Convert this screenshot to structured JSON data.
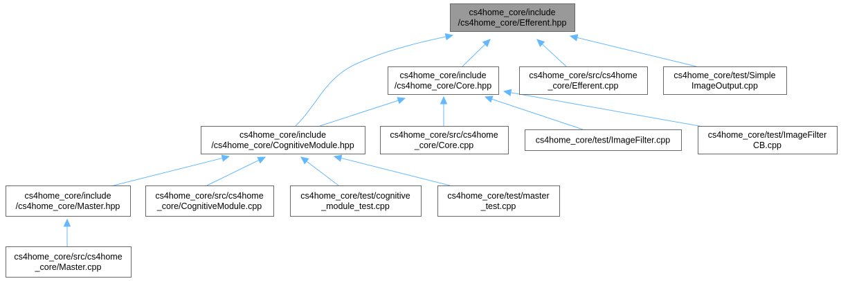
{
  "nodes": [
    {
      "id": "efferent_hpp",
      "lines": [
        "cs4home_core/include",
        "/cs4home_core/Efferent.hpp"
      ],
      "root": true
    },
    {
      "id": "core_hpp",
      "lines": [
        "cs4home_core/include",
        "/cs4home_core/Core.hpp"
      ]
    },
    {
      "id": "efferent_cpp",
      "lines": [
        "cs4home_core/src/cs4home",
        "_core/Efferent.cpp"
      ]
    },
    {
      "id": "simple_image_output_cpp",
      "lines": [
        "cs4home_core/test/Simple",
        "ImageOutput.cpp"
      ]
    },
    {
      "id": "cognitive_module_hpp",
      "lines": [
        "cs4home_core/include",
        "/cs4home_core/CognitiveModule.hpp"
      ]
    },
    {
      "id": "core_cpp",
      "lines": [
        "cs4home_core/src/cs4home",
        "_core/Core.cpp"
      ]
    },
    {
      "id": "image_filter_cpp",
      "lines": [
        "cs4home_core/test/ImageFilter.cpp"
      ]
    },
    {
      "id": "image_filter_cb_cpp",
      "lines": [
        "cs4home_core/test/ImageFilter",
        "CB.cpp"
      ]
    },
    {
      "id": "master_hpp",
      "lines": [
        "cs4home_core/include",
        "/cs4home_core/Master.hpp"
      ]
    },
    {
      "id": "cognitive_module_cpp",
      "lines": [
        "cs4home_core/src/cs4home",
        "_core/CognitiveModule.cpp"
      ]
    },
    {
      "id": "cognitive_module_test_cpp",
      "lines": [
        "cs4home_core/test/cognitive",
        "_module_test.cpp"
      ]
    },
    {
      "id": "master_test_cpp",
      "lines": [
        "cs4home_core/test/master",
        "_test.cpp"
      ]
    },
    {
      "id": "master_cpp",
      "lines": [
        "cs4home_core/src/cs4home",
        "_core/Master.cpp"
      ]
    }
  ],
  "edges": [
    {
      "from": "core_hpp",
      "to": "efferent_hpp"
    },
    {
      "from": "efferent_cpp",
      "to": "efferent_hpp"
    },
    {
      "from": "simple_image_output_cpp",
      "to": "efferent_hpp"
    },
    {
      "from": "cognitive_module_hpp",
      "to": "efferent_hpp"
    },
    {
      "from": "cognitive_module_hpp",
      "to": "core_hpp"
    },
    {
      "from": "core_cpp",
      "to": "core_hpp"
    },
    {
      "from": "image_filter_cpp",
      "to": "core_hpp"
    },
    {
      "from": "image_filter_cb_cpp",
      "to": "core_hpp"
    },
    {
      "from": "master_hpp",
      "to": "cognitive_module_hpp"
    },
    {
      "from": "cognitive_module_cpp",
      "to": "cognitive_module_hpp"
    },
    {
      "from": "cognitive_module_test_cpp",
      "to": "cognitive_module_hpp"
    },
    {
      "from": "master_test_cpp",
      "to": "cognitive_module_hpp"
    },
    {
      "from": "master_cpp",
      "to": "master_hpp"
    }
  ],
  "colors": {
    "edge": "#63b8ff",
    "root_fill": "#999999",
    "node_fill": "#ffffff",
    "node_border": "#666666"
  }
}
